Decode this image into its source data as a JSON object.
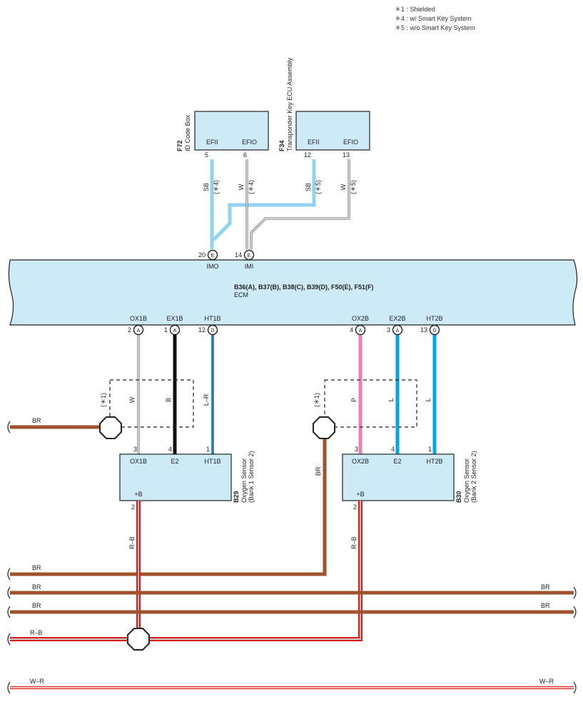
{
  "legend": [
    "＊1 : Shielded",
    "＊4 : w/ Smart Key System",
    "＊5 : w/o Smart Key System"
  ],
  "components": {
    "f72": {
      "code": "F72",
      "name": "ID Code Box",
      "pin_left": "EFII",
      "pin_right": "EFIO",
      "num_left": "5",
      "num_right": "6"
    },
    "f34": {
      "code": "F34",
      "name": "Transponder Key ECU Assembly",
      "pin_left": "EFII",
      "pin_right": "EFIO",
      "num_left": "12",
      "num_right": "13"
    },
    "ecm": {
      "connectors": "B36(A), B37(B), B38(C), B39(D), F50(E), F51(F)",
      "name": "ECM",
      "top_pins": [
        {
          "num": "20",
          "conn": "E",
          "label": "IMO"
        },
        {
          "num": "14",
          "conn": "E",
          "label": "IMI"
        }
      ],
      "bottom_pins": [
        {
          "num": "2",
          "conn": "A",
          "label": "OX1B"
        },
        {
          "num": "1",
          "conn": "A",
          "label": "EX1B"
        },
        {
          "num": "12",
          "conn": "D",
          "label": "HT1B"
        },
        {
          "num": "4",
          "conn": "A",
          "label": "OX2B"
        },
        {
          "num": "3",
          "conn": "A",
          "label": "EX2B"
        },
        {
          "num": "13",
          "conn": "D",
          "label": "HT2B"
        }
      ]
    },
    "b29": {
      "code": "B29",
      "name1": "Oxygen Sensor",
      "name2": "(Bank 1 Sensor 2)",
      "pins": [
        "OX1B",
        "E2",
        "HT1B"
      ],
      "nums": [
        "3",
        "4",
        "1"
      ],
      "plus": "+B",
      "plus_num": "2"
    },
    "b30": {
      "code": "B30",
      "name1": "Oxygen Sensor",
      "name2": "(Bank 2 Sensor 2)",
      "pins": [
        "OX2B",
        "E2",
        "HT2B"
      ],
      "nums": [
        "3",
        "4",
        "1"
      ],
      "plus": "+B",
      "plus_num": "2"
    }
  },
  "wires": {
    "top": [
      {
        "color": "SB",
        "note": "(＊4)"
      },
      {
        "color": "W",
        "note": "(＊4)"
      },
      {
        "color": "SB",
        "note": "(＊5)"
      },
      {
        "color": "W",
        "note": "(＊5)"
      }
    ],
    "bank1": [
      "W",
      "B",
      "L–R"
    ],
    "bank2": [
      "P",
      "L",
      "L"
    ],
    "shield_note": "(＊1)",
    "bank2_ground": "BR",
    "rb": "R–B",
    "bus": [
      {
        "left": "BR",
        "right": ""
      },
      {
        "left": "BR",
        "right": ""
      },
      {
        "left": "BR",
        "right": "BR"
      },
      {
        "left": "BR",
        "right": "BR"
      },
      {
        "left": "R–B",
        "right": ""
      },
      {
        "left": "W–R",
        "right": "W–R"
      }
    ]
  },
  "colors": {
    "sb": "#8fd3f0",
    "l": "#00a7e0",
    "br": "#a0522d",
    "p": "#ee82b4",
    "b": "#111111",
    "red": "#d91e18"
  }
}
